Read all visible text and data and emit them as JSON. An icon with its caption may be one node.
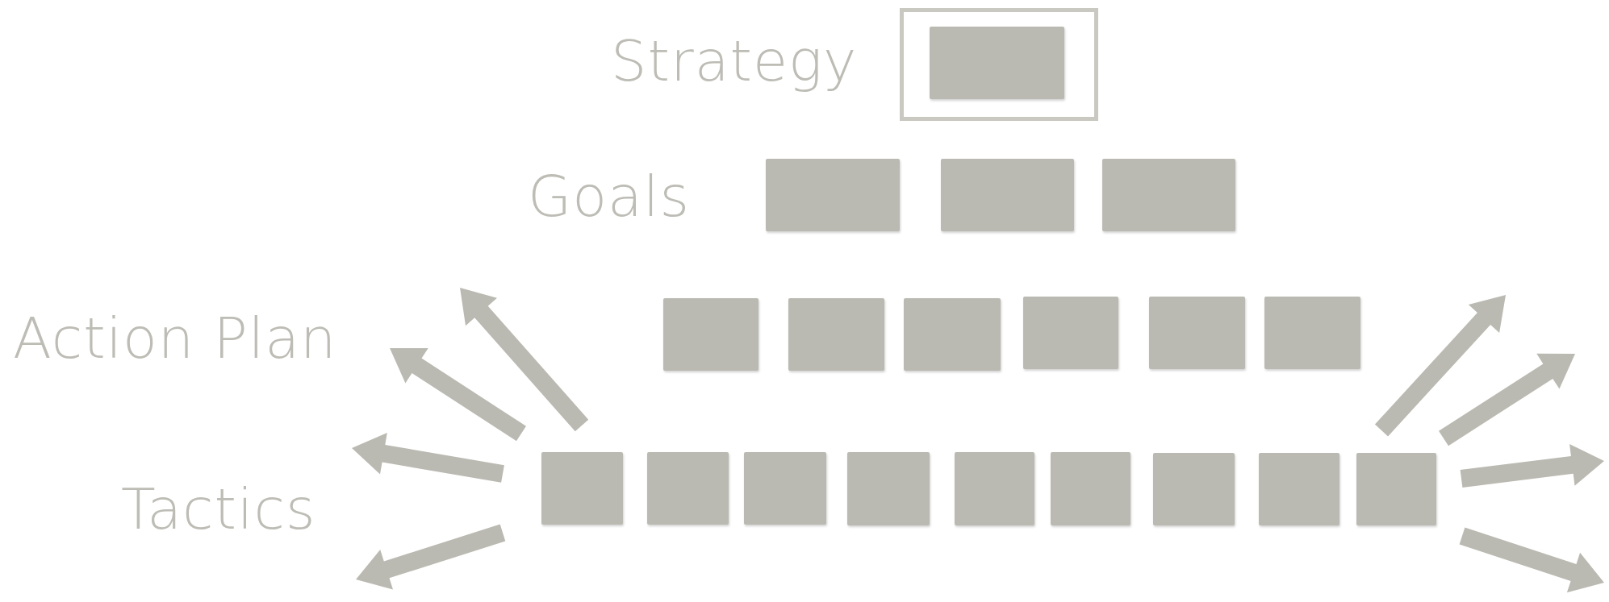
{
  "diagram": {
    "nodes": [
      {
        "text": [],
        "shape": "box"
      },
      {
        "text": [],
        "shape": "box",
        "in": 0
      },
      {
        "text": [],
        "shape": "box"
      },
      {
        "text": [],
        "shape": "box"
      },
      {
        "text": [],
        "shape": "box"
      },
      {
        "text": [],
        "shape": "box"
      },
      {
        "text": [],
        "shape": "box"
      },
      {
        "text": [],
        "shape": "box"
      },
      {
        "text": [],
        "shape": "box"
      },
      {
        "text": [],
        "shape": "box"
      },
      {
        "text": [],
        "shape": "box"
      },
      {
        "text": [],
        "shape": "box"
      },
      {
        "text": [],
        "shape": "box"
      },
      {
        "text": [],
        "shape": "box"
      },
      {
        "text": [],
        "shape": "box"
      },
      {
        "text": [],
        "shape": "box"
      },
      {
        "text": [],
        "shape": "box"
      },
      {
        "text": [],
        "shape": "box"
      },
      {
        "text": [],
        "shape": "box"
      },
      {
        "text": [],
        "shape": "box"
      }
    ],
    "labels": [
      "Strategy",
      "Goals",
      "Action Plan",
      "Tactics"
    ]
  }
}
